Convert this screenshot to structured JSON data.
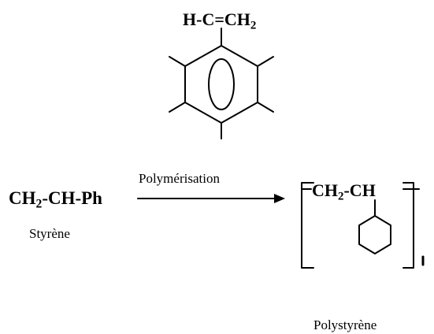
{
  "vinyl_group": {
    "main": "H-C=CH",
    "sub": "2"
  },
  "monomer": {
    "part1": "CH",
    "sub": "2",
    "part2": "-CH-Ph"
  },
  "monomer_name": "Styrène",
  "reaction_label": "Polymérisation",
  "repeat_unit": {
    "part1": "CH",
    "sub": "2",
    "part2": "-CH"
  },
  "polymer_name": "Polystyrène"
}
